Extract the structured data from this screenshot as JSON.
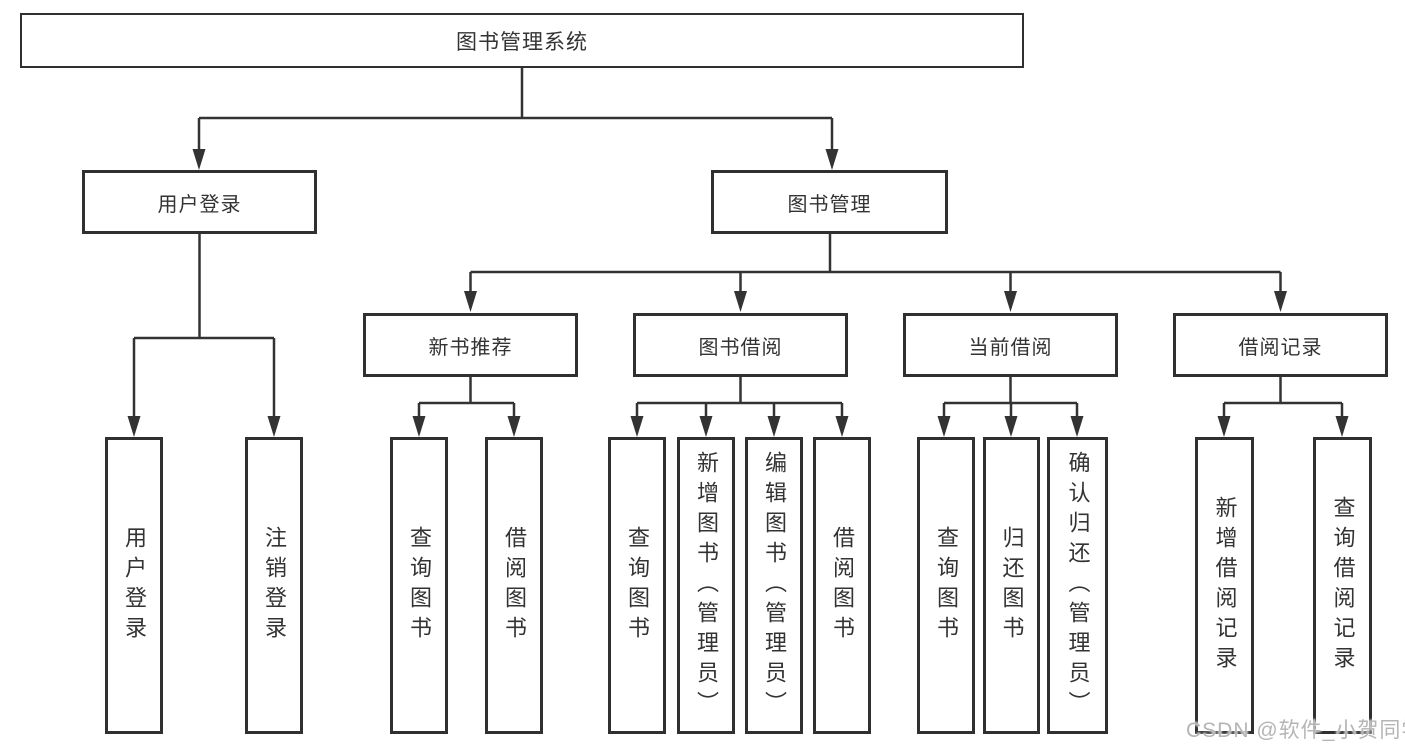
{
  "diagram_title": "图书管理系统",
  "watermark": {
    "text": "CSDN @软件_小贺同学"
  },
  "colors": {
    "line": "#333333",
    "box_border": "#303030",
    "text": "#333333",
    "watermark": "#b5b5b5",
    "background": "#ffffff"
  },
  "tree": {
    "root": {
      "label": "图书管理系统",
      "children": [
        {
          "label": "用户登录",
          "children": [
            {
              "label": "用户登录"
            },
            {
              "label": "注销登录"
            }
          ]
        },
        {
          "label": "图书管理",
          "children": [
            {
              "label": "新书推荐",
              "children": [
                {
                  "label": "查询图书"
                },
                {
                  "label": "借阅图书"
                }
              ]
            },
            {
              "label": "图书借阅",
              "children": [
                {
                  "label": "查询图书"
                },
                {
                  "label": "新增图书（管理员）"
                },
                {
                  "label": "编辑图书（管理员）"
                },
                {
                  "label": "借阅图书"
                }
              ]
            },
            {
              "label": "当前借阅",
              "children": [
                {
                  "label": "查询图书"
                },
                {
                  "label": "归还图书"
                },
                {
                  "label": "确认归还（管理员）"
                }
              ]
            },
            {
              "label": "借阅记录",
              "children": [
                {
                  "label": "新增借阅记录"
                },
                {
                  "label": "查询借阅记录"
                }
              ]
            }
          ]
        }
      ]
    }
  }
}
